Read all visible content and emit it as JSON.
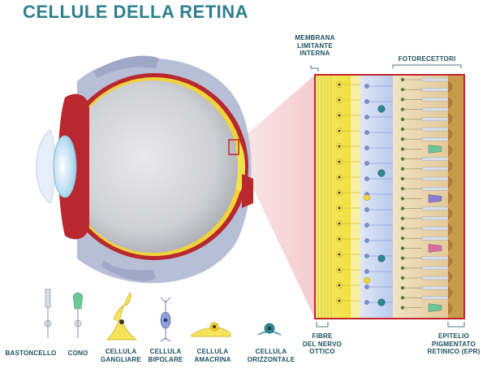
{
  "title": "CELLULE DELLA RETINA",
  "labels": {
    "membrana": [
      "MEMBRANA",
      "LIMITANTE",
      "INTERNA"
    ],
    "fotorecettori": "FOTORECETTORI",
    "fibre": [
      "FIBRE",
      "DEL NERVO",
      "OTTICO"
    ],
    "epitelio": [
      "EPITELIO",
      "PIGMENTATO",
      "RETINICO (EPR)"
    ]
  },
  "legend": [
    {
      "name": "rod-cell",
      "text": [
        "BASTONCELLO"
      ]
    },
    {
      "name": "cone-cell",
      "text": [
        "CONO"
      ]
    },
    {
      "name": "ganglion-cell",
      "text": [
        "CELLULA",
        "GANGLIARE"
      ]
    },
    {
      "name": "bipolar-cell",
      "text": [
        "CELLULA",
        "BIPOLARE"
      ]
    },
    {
      "name": "amacrine-cell",
      "text": [
        "CELLULA",
        "AMACRINA"
      ]
    },
    {
      "name": "horizontal-cell",
      "text": [
        "CELLULA",
        "ORIZZONTALE"
      ]
    }
  ],
  "colors": {
    "title": "#2f7f8f",
    "yellow_layer": "#f2e24a",
    "blue_layer": "#c9d8ef",
    "photoreceptor_layer": "#e9d6b0",
    "epithelium": "#c89a4a",
    "frame": "#c0262b",
    "sclera": "#b7bfd6",
    "eye_body": "#cfd0d4",
    "choroid": "#b8282e",
    "cone_green": "#6cc79a",
    "cone_purple": "#8b7bd6",
    "cone_pink": "#e06aa6"
  }
}
